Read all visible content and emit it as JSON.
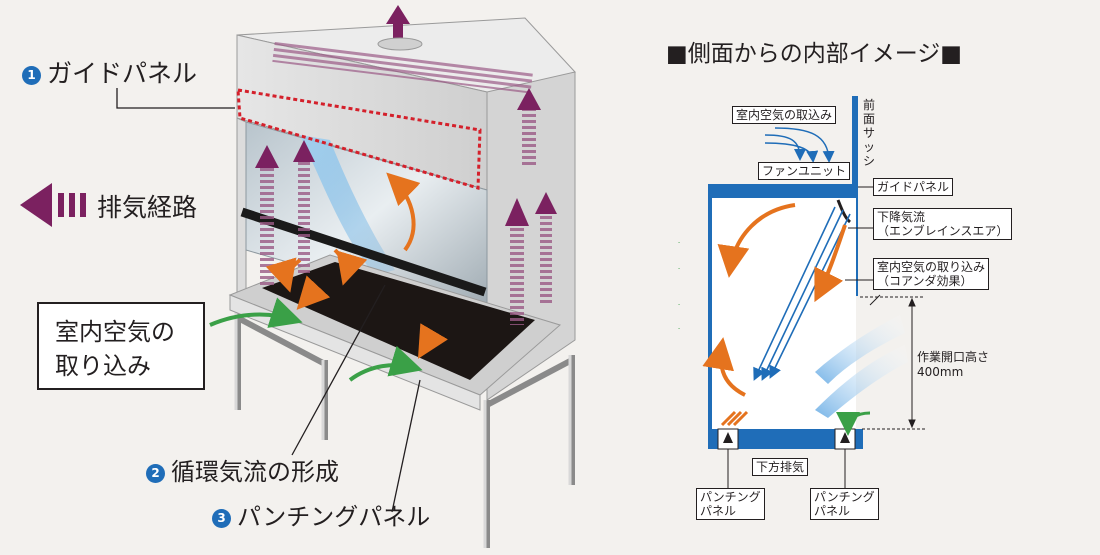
{
  "left": {
    "guide_panel": {
      "num": "1",
      "label": "ガイドパネル"
    },
    "exhaust_route": "排気経路",
    "intake": {
      "line1": "室内空気の",
      "line2": "取り込み"
    },
    "circulation": {
      "num": "2",
      "label": "循環気流の形成"
    },
    "punching": {
      "num": "3",
      "label": "パンチングパネル"
    }
  },
  "right": {
    "title": "■側面からの内部イメージ■",
    "room_air_intake": "室内空気の取込み",
    "front_sash": "前面サッシ",
    "fan_unit": "ファンユニット",
    "guide_panel": "ガイドパネル",
    "downflow": {
      "line1": "下降気流",
      "line2": "（エンブレインスエア）"
    },
    "room_air_coanda": {
      "line1": "室内空気の取り込み",
      "line2": "（コアンダ効果）"
    },
    "opening": {
      "line1": "作業開口高さ",
      "line2": "400mm"
    },
    "bottom_exhaust": "下方排気",
    "punching_left": {
      "line1": "パンチング",
      "line2": "パネル"
    },
    "punching_right": {
      "line1": "パンチング",
      "line2": "パネル"
    }
  },
  "colors": {
    "purple": "#7b2160",
    "blue": "#1f6db8",
    "orange": "#e5731e",
    "green": "#3aa047",
    "red": "#d4202b"
  },
  "icons": [
    "exhaust-arrow-icon",
    "number-badge-icon"
  ]
}
